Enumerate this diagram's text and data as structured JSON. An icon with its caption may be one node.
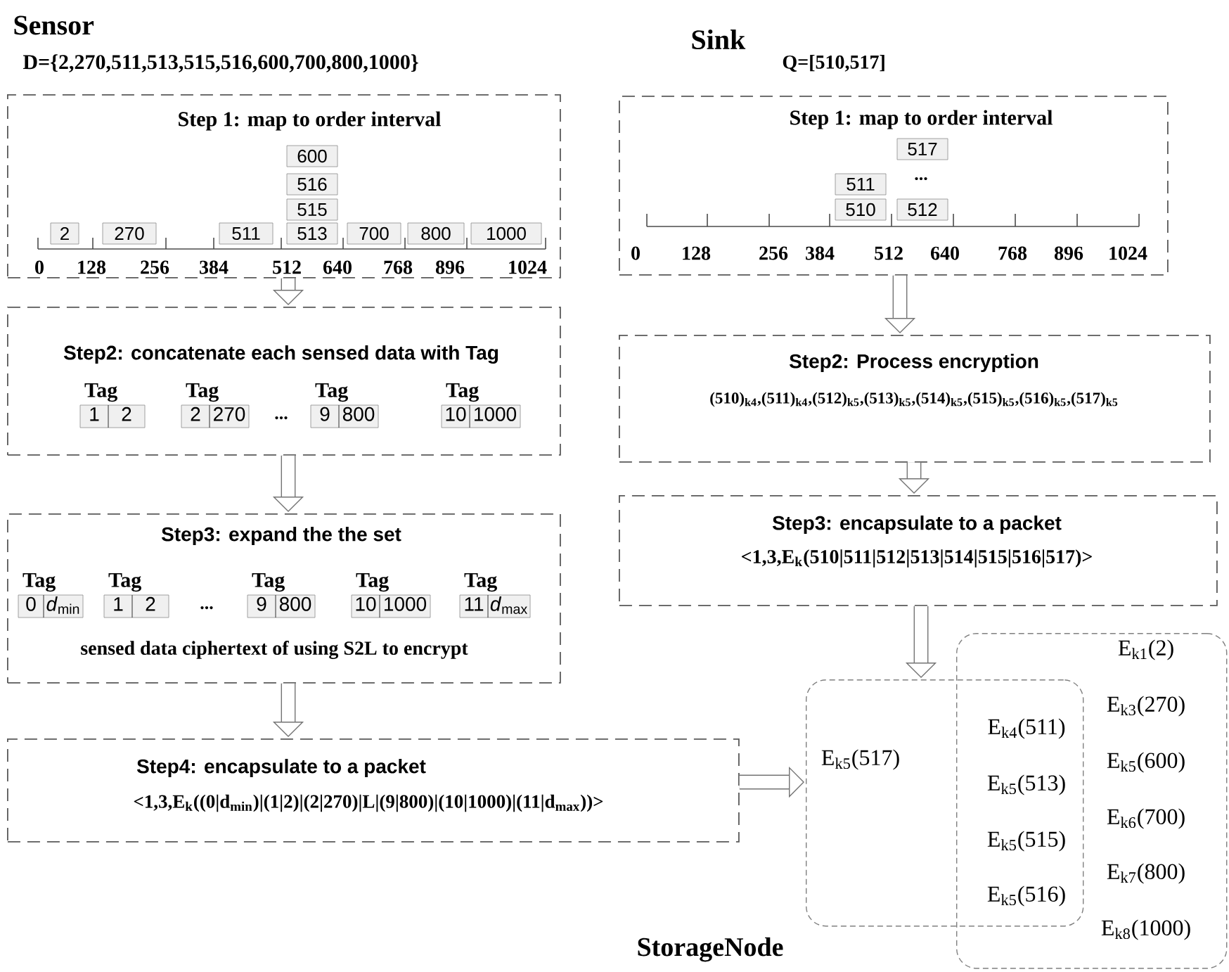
{
  "diagram": {
    "nodes": [
      {
        "text": [
          "Step 1: map to order interval"
        ]
      },
      {
        "text": [
          "600"
        ],
        "in": 0
      },
      {
        "text": [
          "516"
        ],
        "in": 0
      },
      {
        "text": [
          "515"
        ],
        "in": 0
      },
      {
        "text": [
          "2"
        ],
        "in": 0
      },
      {
        "text": [
          "270"
        ],
        "in": 0
      },
      {
        "text": [
          "511"
        ],
        "in": 0
      },
      {
        "text": [
          "513"
        ],
        "in": 0
      },
      {
        "text": [
          "700"
        ],
        "in": 0
      },
      {
        "text": [
          "800"
        ],
        "in": 0
      },
      {
        "text": [
          "1000"
        ],
        "in": 0
      },
      {
        "text": [
          "Step2: concatenate each sensed data with Tag"
        ]
      },
      {
        "text": [
          "1",
          "2"
        ],
        "beside": [
          "Tag"
        ],
        "in": 11
      },
      {
        "text": [
          "2",
          "270"
        ],
        "beside": [
          "Tag"
        ],
        "in": 11
      },
      {
        "text": [
          "9",
          "800"
        ],
        "beside": [
          "Tag"
        ],
        "in": 11
      },
      {
        "text": [
          "10",
          "1000"
        ],
        "beside": [
          "Tag"
        ],
        "in": 11
      },
      {
        "text": [
          "Step3: expand the the set",
          "sensed data ciphertext of using S2L to encrypt"
        ]
      },
      {
        "text": [
          "0",
          "*d*$_{min}$"
        ],
        "beside": [
          "Tag"
        ],
        "in": 16
      },
      {
        "text": [
          "1",
          "2"
        ],
        "beside": [
          "Tag"
        ],
        "in": 16
      },
      {
        "text": [
          "9",
          "800"
        ],
        "beside": [
          "Tag"
        ],
        "in": 16
      },
      {
        "text": [
          "10",
          "1000"
        ],
        "beside": [
          "Tag"
        ],
        "in": 16
      },
      {
        "text": [
          "11",
          "*d*$_{max}$"
        ],
        "beside": [
          "Tag"
        ],
        "in": 16
      },
      {
        "text": [
          "Step4: encapsulate to a packet",
          "<1,3,E$_{k}$((0|d$_{min}$)|(1|2)|(2|270)|L|(9|800)|(10|1000)|(11|d$_{max}$))>"
        ]
      },
      {
        "text": [
          "Step 1: map to order interval"
        ]
      },
      {
        "text": [
          "517"
        ],
        "in": 23
      },
      {
        "text": [
          "511"
        ],
        "in": 23
      },
      {
        "text": [
          "510"
        ],
        "in": 23
      },
      {
        "text": [
          "512"
        ],
        "in": 23
      },
      {
        "text": [
          "Step2: Process encryption",
          "(510)$_{k4}$,(511)$_{k4}$,(512)$_{k5}$,(513)$_{k5}$,(514)$_{k5}$,(515)$_{k5}$,(516)$_{k5}$,(517)$_{k5}$"
        ]
      },
      {
        "text": [
          "Step3: encapsulate to a packet",
          "<1,3,E$_{k}$(510|511|512|513|514|515|516|517)>"
        ]
      },
      {
        "text": [
          "E$_{k5}$(517)"
        ]
      },
      {
        "text": [
          "E$_{k1}$(2)",
          "E$_{k3}$(270)",
          "E$_{k5}$(600)",
          "E$_{k6}$(700)",
          "E$_{k7}$(800)",
          "E$_{k8}$(1000)"
        ]
      }
    ],
    "edges": [
      {
        "from": 0,
        "to": 11,
        "arrow": "to"
      },
      {
        "from": 11,
        "to": 16,
        "arrow": "to"
      },
      {
        "from": 16,
        "to": 22,
        "arrow": "to"
      },
      {
        "from": 22,
        "to": 30,
        "arrow": "to"
      },
      {
        "from": 23,
        "to": 28,
        "arrow": "to"
      },
      {
        "from": 28,
        "to": 29,
        "arrow": "to"
      },
      {
        "from": 29,
        "to": 30,
        "arrow": "to"
      }
    ],
    "labels": [
      "Sensor",
      "D={2,270,511,513,515,516,600,700,800,1000}",
      "Sink",
      "Q=[510,517]",
      "0",
      "128",
      "256",
      "384",
      "512",
      "640",
      "768",
      "896",
      "1024",
      "...",
      "0",
      "128",
      "256",
      "384",
      "512",
      "640",
      "768",
      "896",
      "1024",
      "...",
      "...",
      "E$_{k4}$(511)",
      "E$_{k5}$(513)",
      "E$_{k5}$(515)",
      "E$_{k5}$(516)",
      "StorageNode"
    ]
  }
}
